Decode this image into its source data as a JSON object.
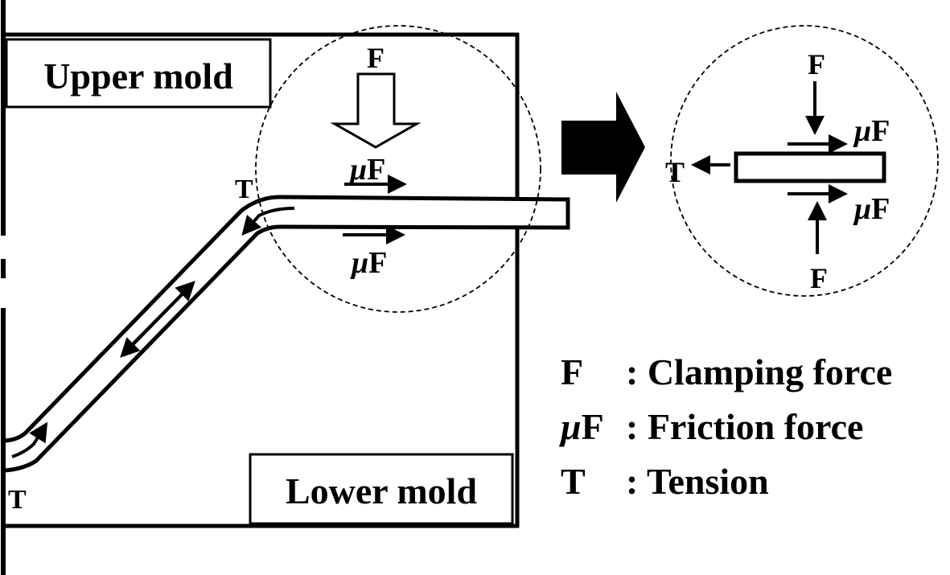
{
  "diagram": {
    "type": "free-body-force-diagram",
    "colors": {
      "ink": "#000000",
      "background": "#ffffff"
    },
    "main_view": {
      "upper_mold_label": "Upper mold",
      "lower_mold_label": "Lower mold",
      "clamp_force_label": "F",
      "friction_top_label_mu": "μ",
      "friction_top_label_f": "F",
      "friction_bottom_label_mu": "μ",
      "friction_bottom_label_f": "F",
      "tension_top_label": "T",
      "tension_bottom_label": "T"
    },
    "detail_view": {
      "clamp_top_label": "F",
      "clamp_bottom_label": "F",
      "friction_top_label_mu": "μ",
      "friction_top_label_f": "F",
      "friction_bottom_label_mu": "μ",
      "friction_bottom_label_f": "F",
      "tension_label": "T"
    },
    "legend": [
      {
        "symbol_mu": "",
        "symbol": "F",
        "description": ": Clamping force"
      },
      {
        "symbol_mu": "μ",
        "symbol": "F",
        "description": ": Friction force"
      },
      {
        "symbol_mu": "",
        "symbol": "T",
        "description": ": Tension"
      }
    ]
  }
}
